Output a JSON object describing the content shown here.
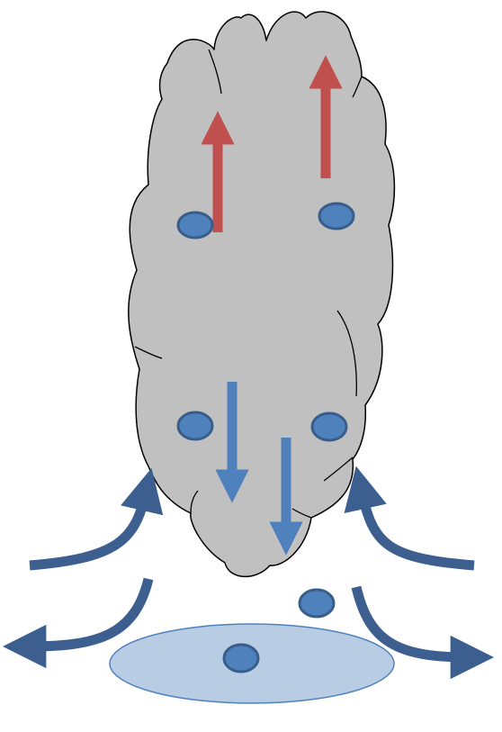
{
  "diagram": {
    "colors": {
      "background": "#ffffff",
      "cloud_fill": "#c0c0c0",
      "cloud_stroke": "#000000",
      "updraft_arrow": "#c0504d",
      "downdraft_arrow": "#4f81bd",
      "airflow_arrow": "#3c5f8f",
      "droplet_fill": "#4f81bd",
      "droplet_stroke": "#385d8a",
      "puddle_fill": "#b8cce4",
      "puddle_stroke": "#4f81bd"
    },
    "elements": {
      "cloud": "storm-cloud",
      "updrafts": [
        "updraft-arrow-left",
        "updraft-arrow-right"
      ],
      "downdrafts": [
        "downdraft-arrow-left",
        "downdraft-arrow-right"
      ],
      "inflow": [
        "inflow-arrow-left",
        "inflow-arrow-right"
      ],
      "outflow": [
        "outflow-arrow-left",
        "outflow-arrow-right"
      ],
      "droplets": 6,
      "pool": "rain-pool"
    }
  }
}
